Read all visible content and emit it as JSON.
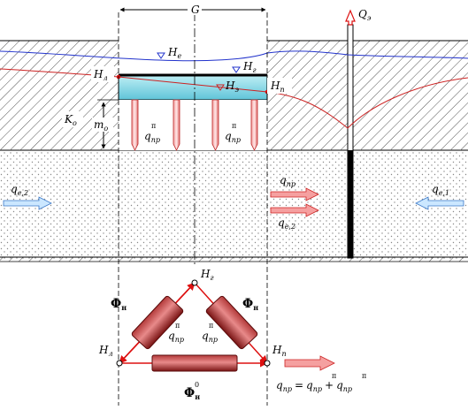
{
  "labels": {
    "G": "G",
    "Q": "Q",
    "Q_sub": "э",
    "He": "H",
    "He_sub": "e",
    "Hg": "H",
    "Hg_sub": "г",
    "He2": "H",
    "He2_sub": "э",
    "Hl": "H",
    "Hl_sub": "л",
    "Hp": "H",
    "Hp_sub": "п",
    "K": "K",
    "K_sub": "о",
    "m": "m",
    "m_sub": "о",
    "q": "q",
    "pr_sub": "пр",
    "p_sup": "п",
    "qe2_sub": "e,2",
    "qe1_sub": "e,1",
    "Phi": "Φ",
    "Phi_sub": "н",
    "Phi0_sup": "0",
    "eq": "=",
    "plus": "+"
  },
  "colors": {
    "water_line": "#2233cc",
    "head_line": "#cc2222",
    "red_dark": "#8b1a1a",
    "red_light": "#f08080",
    "blue_arrow": "#a9d8ff",
    "lake": "#7fd3e0"
  }
}
